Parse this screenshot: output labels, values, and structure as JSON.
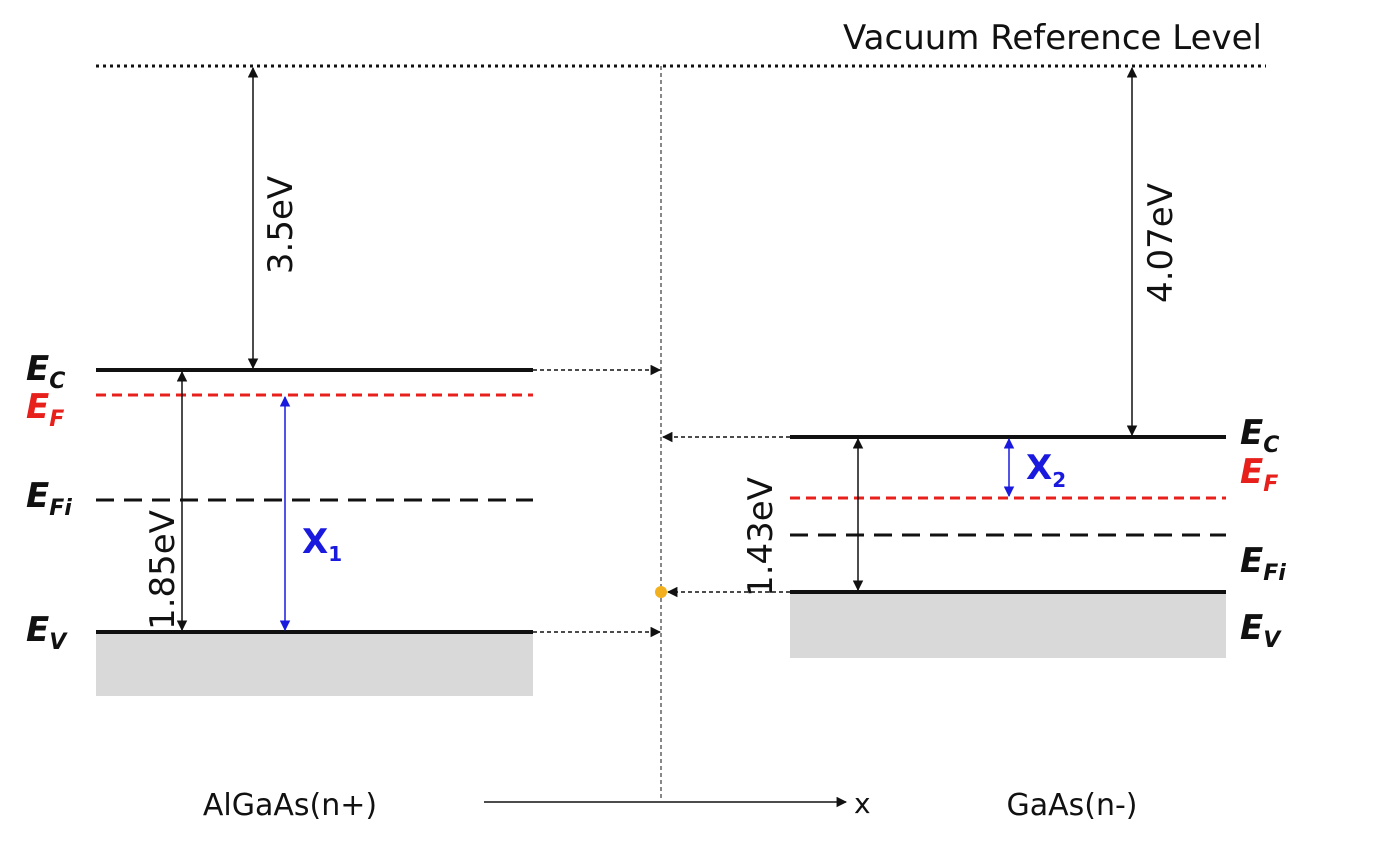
{
  "title": "Vacuum Reference Level",
  "colors": {
    "black": "#111111",
    "red": "#e8201c",
    "blue": "#1a1adf",
    "gray": "#d9d9d9",
    "dot": "#f2b01e"
  },
  "left": {
    "material": "AlGaAs(n+)",
    "affinity": "3.5eV",
    "bandgap": "1.85eV",
    "x_label": "X",
    "x_sub": "1",
    "labels": {
      "ec": "E",
      "ec_sub": "C",
      "ef": "E",
      "ef_sub": "F",
      "efi": "E",
      "efi_sub": "Fi",
      "ev": "E",
      "ev_sub": "V"
    }
  },
  "right": {
    "material": "GaAs(n-)",
    "affinity": "4.07eV",
    "bandgap": "1.43eV",
    "x_label": "X",
    "x_sub": "2",
    "labels": {
      "ec": "E",
      "ec_sub": "C",
      "ef": "E",
      "ef_sub": "F",
      "efi": "E",
      "efi_sub": "Fi",
      "ev": "E",
      "ev_sub": "V"
    }
  },
  "axis": {
    "label": "x"
  }
}
